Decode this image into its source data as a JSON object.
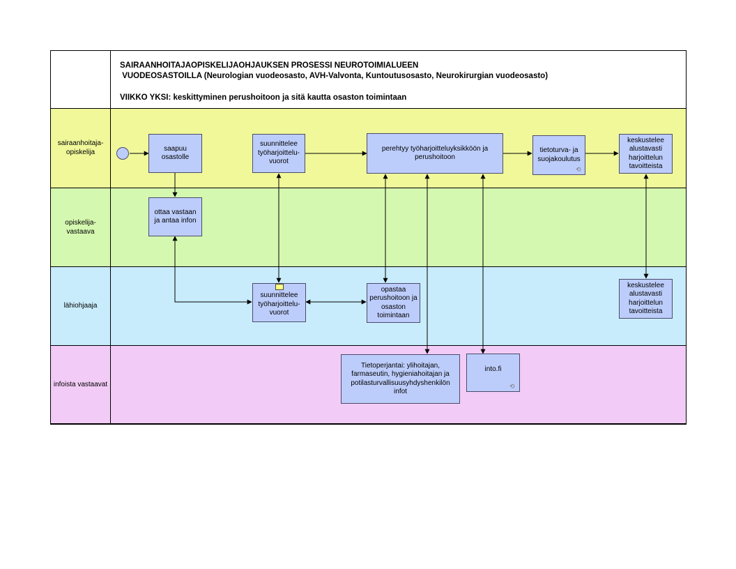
{
  "header": {
    "line1": "SAIRAANHOITAJAOPISKELIJAOHJAUKSEN PROSESSI NEUROTOIMIALUEEN",
    "line2": " VUODEOSASTOILLA (Neurologian vuodeosasto, AVH-Valvonta, Kuntoutusosasto, Neurokirurgian vuodeosasto)",
    "line3": "VIIKKO YKSI: keskittyminen perushoitoon ja sitä kautta osaston toimintaan"
  },
  "lanes": [
    {
      "label": "sairaanhoitaja-\nopiskelija",
      "color": "#f0f89a"
    },
    {
      "label": "opiskelija-\nvastaava",
      "color": "#d4f8b0"
    },
    {
      "label": "lähiohjaaja",
      "color": "#c8ecfc"
    },
    {
      "label": "infoista vastaavat",
      "color": "#f2ccf6"
    }
  ],
  "boxes": {
    "saapuu": "saapuu\nosastolle",
    "suunnittelee1": "suunnittelee\ntyöharjoittelu-\nvuorot",
    "perehtyy": "perehtyy työharjoitteluyksikköön ja\nperushoitoon",
    "tietoturva": "tietoturva- ja\nsuojakoulutus",
    "keskustelee1": "keskustelee\nalustavasti\nharjoittelun\ntavoitteista",
    "ottaa": "ottaa vastaan\nja antaa infon",
    "suunnittelee2": "suunnittelee\ntyöharjoittelu-\nvuorot",
    "opastaa": "opastaa\nperushoitoon ja\nosaston\ntoimintaan",
    "keskustelee2": "keskustelee\nalustavasti\nharjoittelun\ntavoitteista",
    "tietoperjantai": "Tietoperjantai: ylihoitajan,\nfarmaseutin, hygieniahoitajan ja\npotilasturvallisuusyhdyshenkilön\ninfot",
    "intofi": "into.fi"
  }
}
